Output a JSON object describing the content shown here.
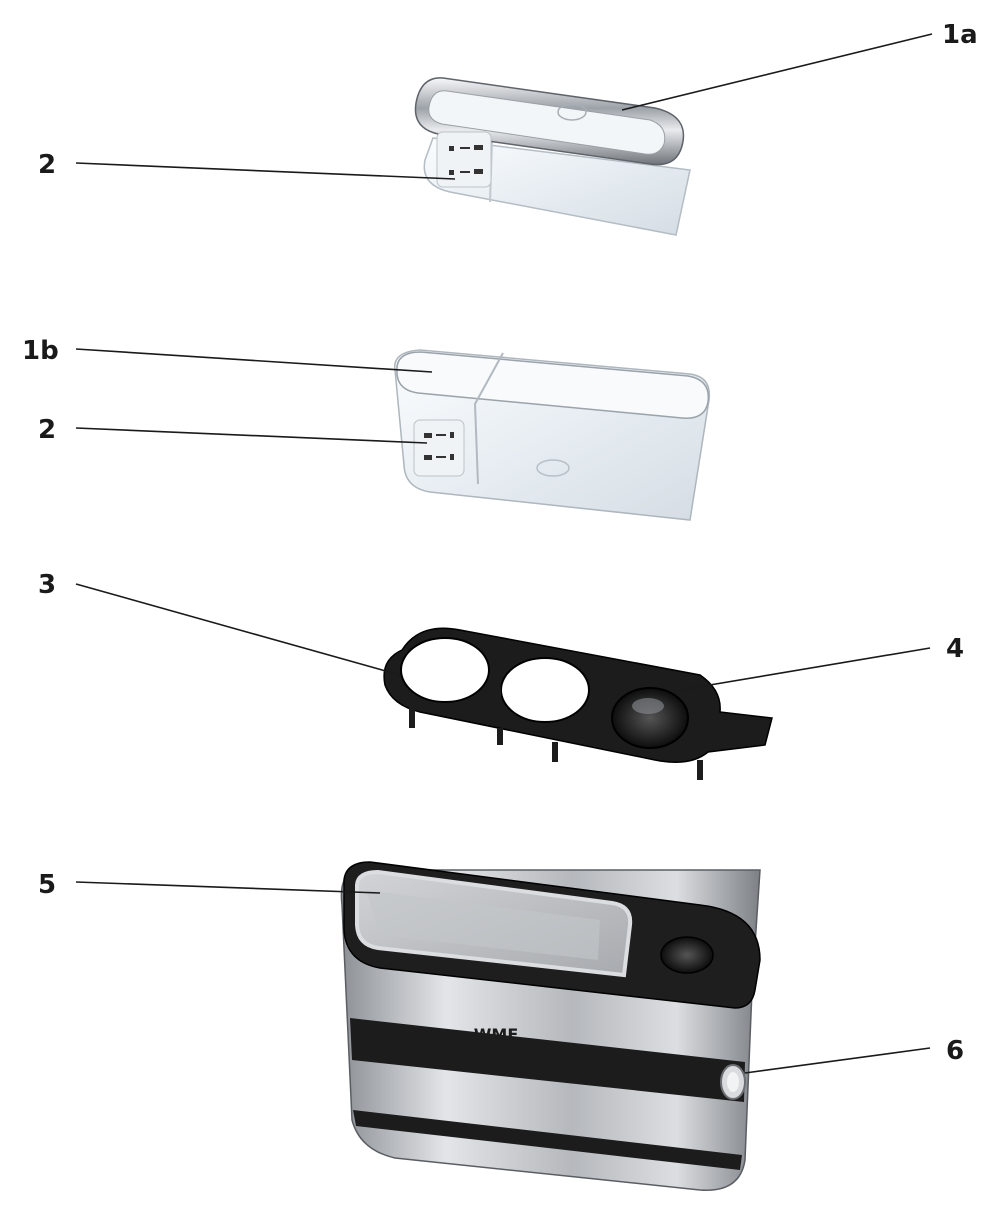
{
  "callouts": {
    "c1a": "1a",
    "c2_top": "2",
    "c1b": "1b",
    "c2_mid": "2",
    "c3": "3",
    "c4": "4",
    "c5": "5",
    "c6": "6"
  },
  "brand_logo_text": "WMF",
  "colors": {
    "line": "#1a1a1a",
    "chrome": "#c9ccd1",
    "clear_plastic": "#eef3f7",
    "black_plastic": "#1c1c1c",
    "steel": "#b9bcc0"
  }
}
